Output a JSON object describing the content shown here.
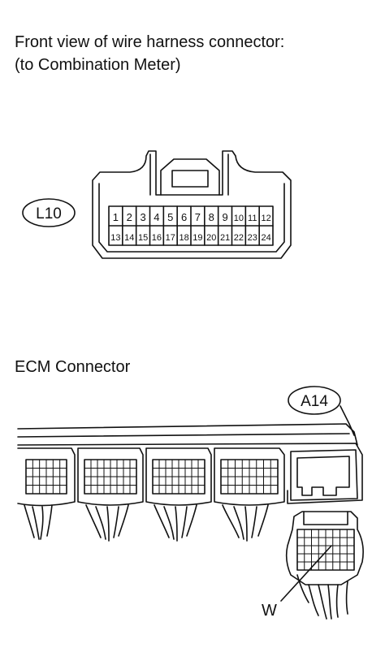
{
  "top_connector": {
    "caption_line1": "Front view of wire harness connector:",
    "caption_line2": "(to Combination Meter)",
    "code": "L10",
    "pins_row1": [
      "1",
      "2",
      "3",
      "4",
      "5",
      "6",
      "7",
      "8",
      "9",
      "10",
      "11",
      "12"
    ],
    "pins_row2": [
      "13",
      "14",
      "15",
      "16",
      "17",
      "18",
      "19",
      "20",
      "21",
      "22",
      "23",
      "24"
    ]
  },
  "ecm_connector": {
    "caption": "ECM Connector",
    "code": "A14",
    "wire_label": "W"
  }
}
